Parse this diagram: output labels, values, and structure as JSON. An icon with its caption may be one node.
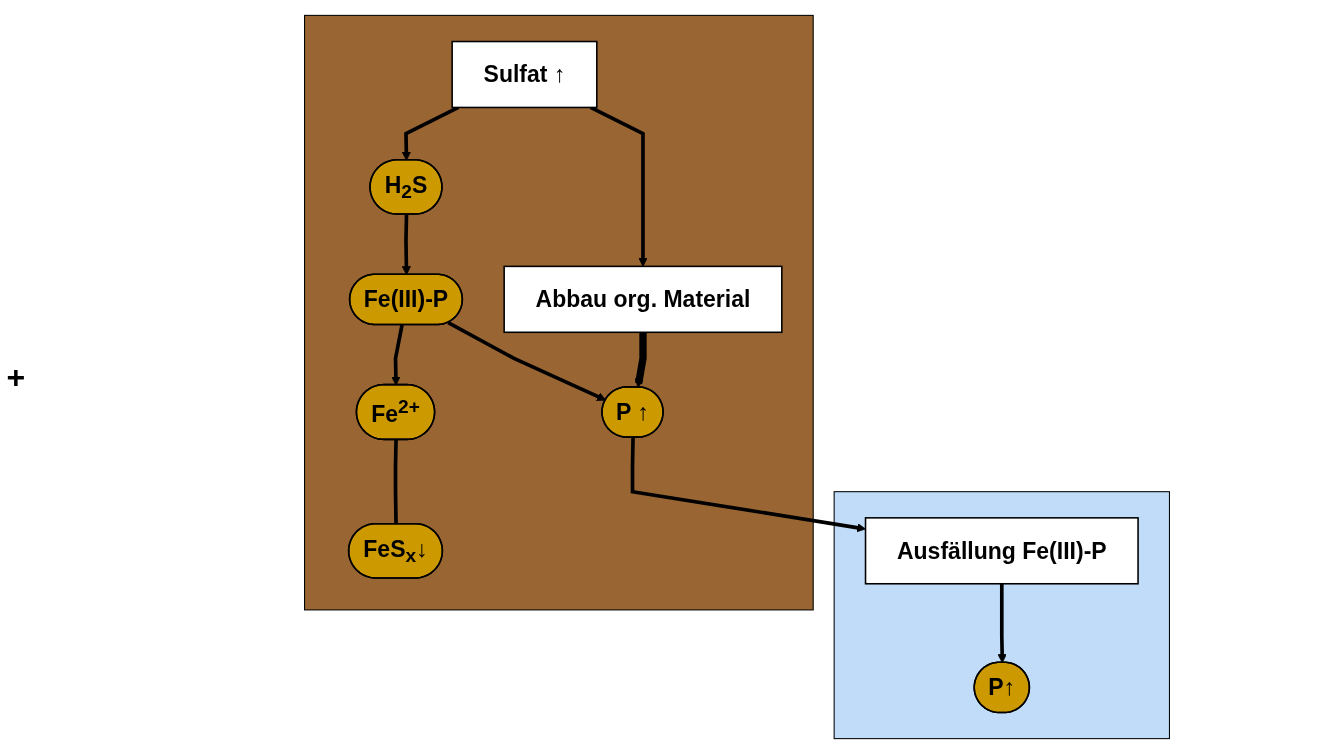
{
  "diagram": {
    "nodes": [
      {
        "text": [],
        "shape": "band"
      },
      {
        "text": [
          "P↑"
        ],
        "in": 0
      },
      {
        "text": [
          "Ausfällung Fe(III)-P"
        ],
        "in": 0
      },
      {
        "text": [],
        "shape": "band"
      },
      {
        "text": [
          "Sulfat ↑"
        ],
        "in": 3
      },
      {
        "text": [
          "H$_{2}$S"
        ],
        "in": 3
      },
      {
        "text": [
          "Fe$^{2+}$"
        ],
        "in": 3
      },
      {
        "text": [
          "FeS$_{x}$↓"
        ],
        "in": 3
      },
      {
        "text": [
          "Fe(III)-P"
        ],
        "in": 3
      },
      {
        "text": [
          "Abbau org. Material"
        ],
        "in": 3
      },
      {
        "text": [
          "P ↑"
        ],
        "in": 3
      }
    ],
    "edges": [
      {
        "from": 4,
        "to": 5,
        "arrow": "to"
      },
      {
        "from": 4,
        "to": 9,
        "arrow": "to"
      },
      {
        "from": 5,
        "to": 8,
        "arrow": "to"
      },
      {
        "from": 8,
        "to": 6,
        "arrow": "to"
      },
      {
        "from": 6,
        "to": 7,
        "arrow": "none"
      },
      {
        "from": 8,
        "to": 10,
        "arrow": "to"
      },
      {
        "from": 9,
        "to": 10,
        "arrow": "to",
        "style": "thick"
      },
      {
        "from": 10,
        "to": 2,
        "arrow": "to"
      },
      {
        "from": 2,
        "to": 1,
        "arrow": "to"
      }
    ],
    "labels": [
      "+"
    ]
  }
}
